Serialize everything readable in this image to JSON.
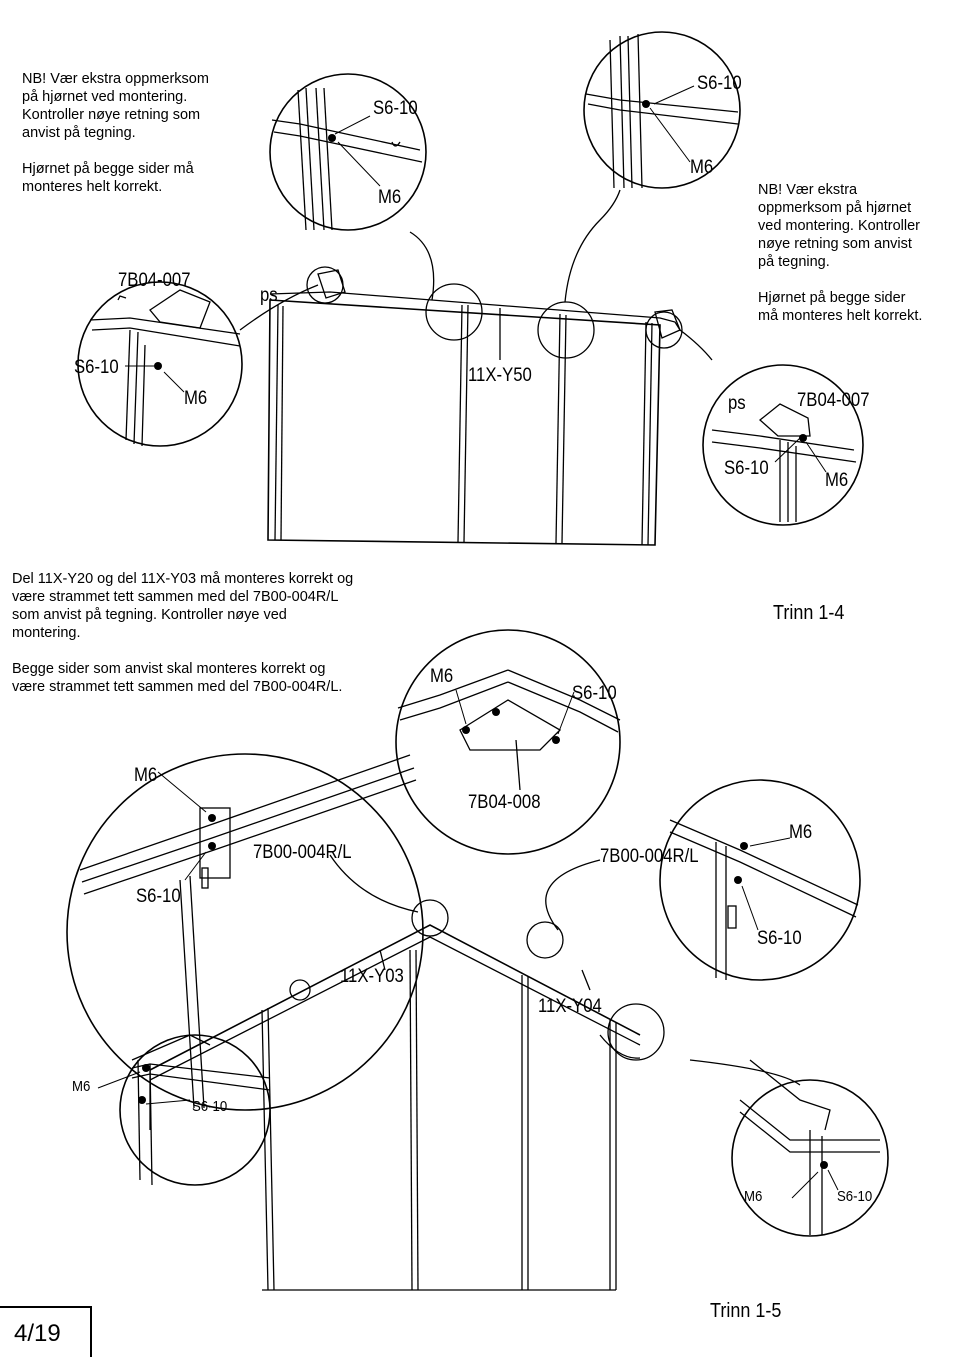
{
  "notes": {
    "top_left": "NB! Vær ekstra oppmerksom\npå hjørnet ved montering.\nKontroller nøye retning som\nanvist på tegning.\n\nHjørnet på begge sider må\nmonteres helt korrekt.",
    "top_right": "NB! Vær ekstra\noppmerksom på hjørnet\nved montering. Kontroller\nnøye retning som anvist\npå tegning.\n\nHjørnet på begge sider\nmå monteres helt korrekt.",
    "middle": "Del 11X-Y20 og del 11X-Y03 må monteres korrekt og\nvære strammet tett sammen med del 7B00-004R/L\nsom anvist på tegning. Kontroller nøye ved\nmontering.\n\nBegge sider som anvist skal monteres korrekt og\nvære strammet tett sammen med del 7B00-004R/L."
  },
  "labels": {
    "s6_10": "S6-10",
    "m6": "M6",
    "ps": "ps",
    "part_7b04_007": "7B04-007",
    "part_11x_y50": "11X-Y50",
    "part_7b04_008": "7B04-008",
    "part_7b00_004": "7B00-004R/L",
    "part_11x_y03": "11X-Y03",
    "part_11x_y04": "11X-Y04"
  },
  "steps": {
    "step_1_4": "Trinn 1-4",
    "step_1_5": "Trinn 1-5"
  },
  "page": {
    "number": "4/19"
  }
}
